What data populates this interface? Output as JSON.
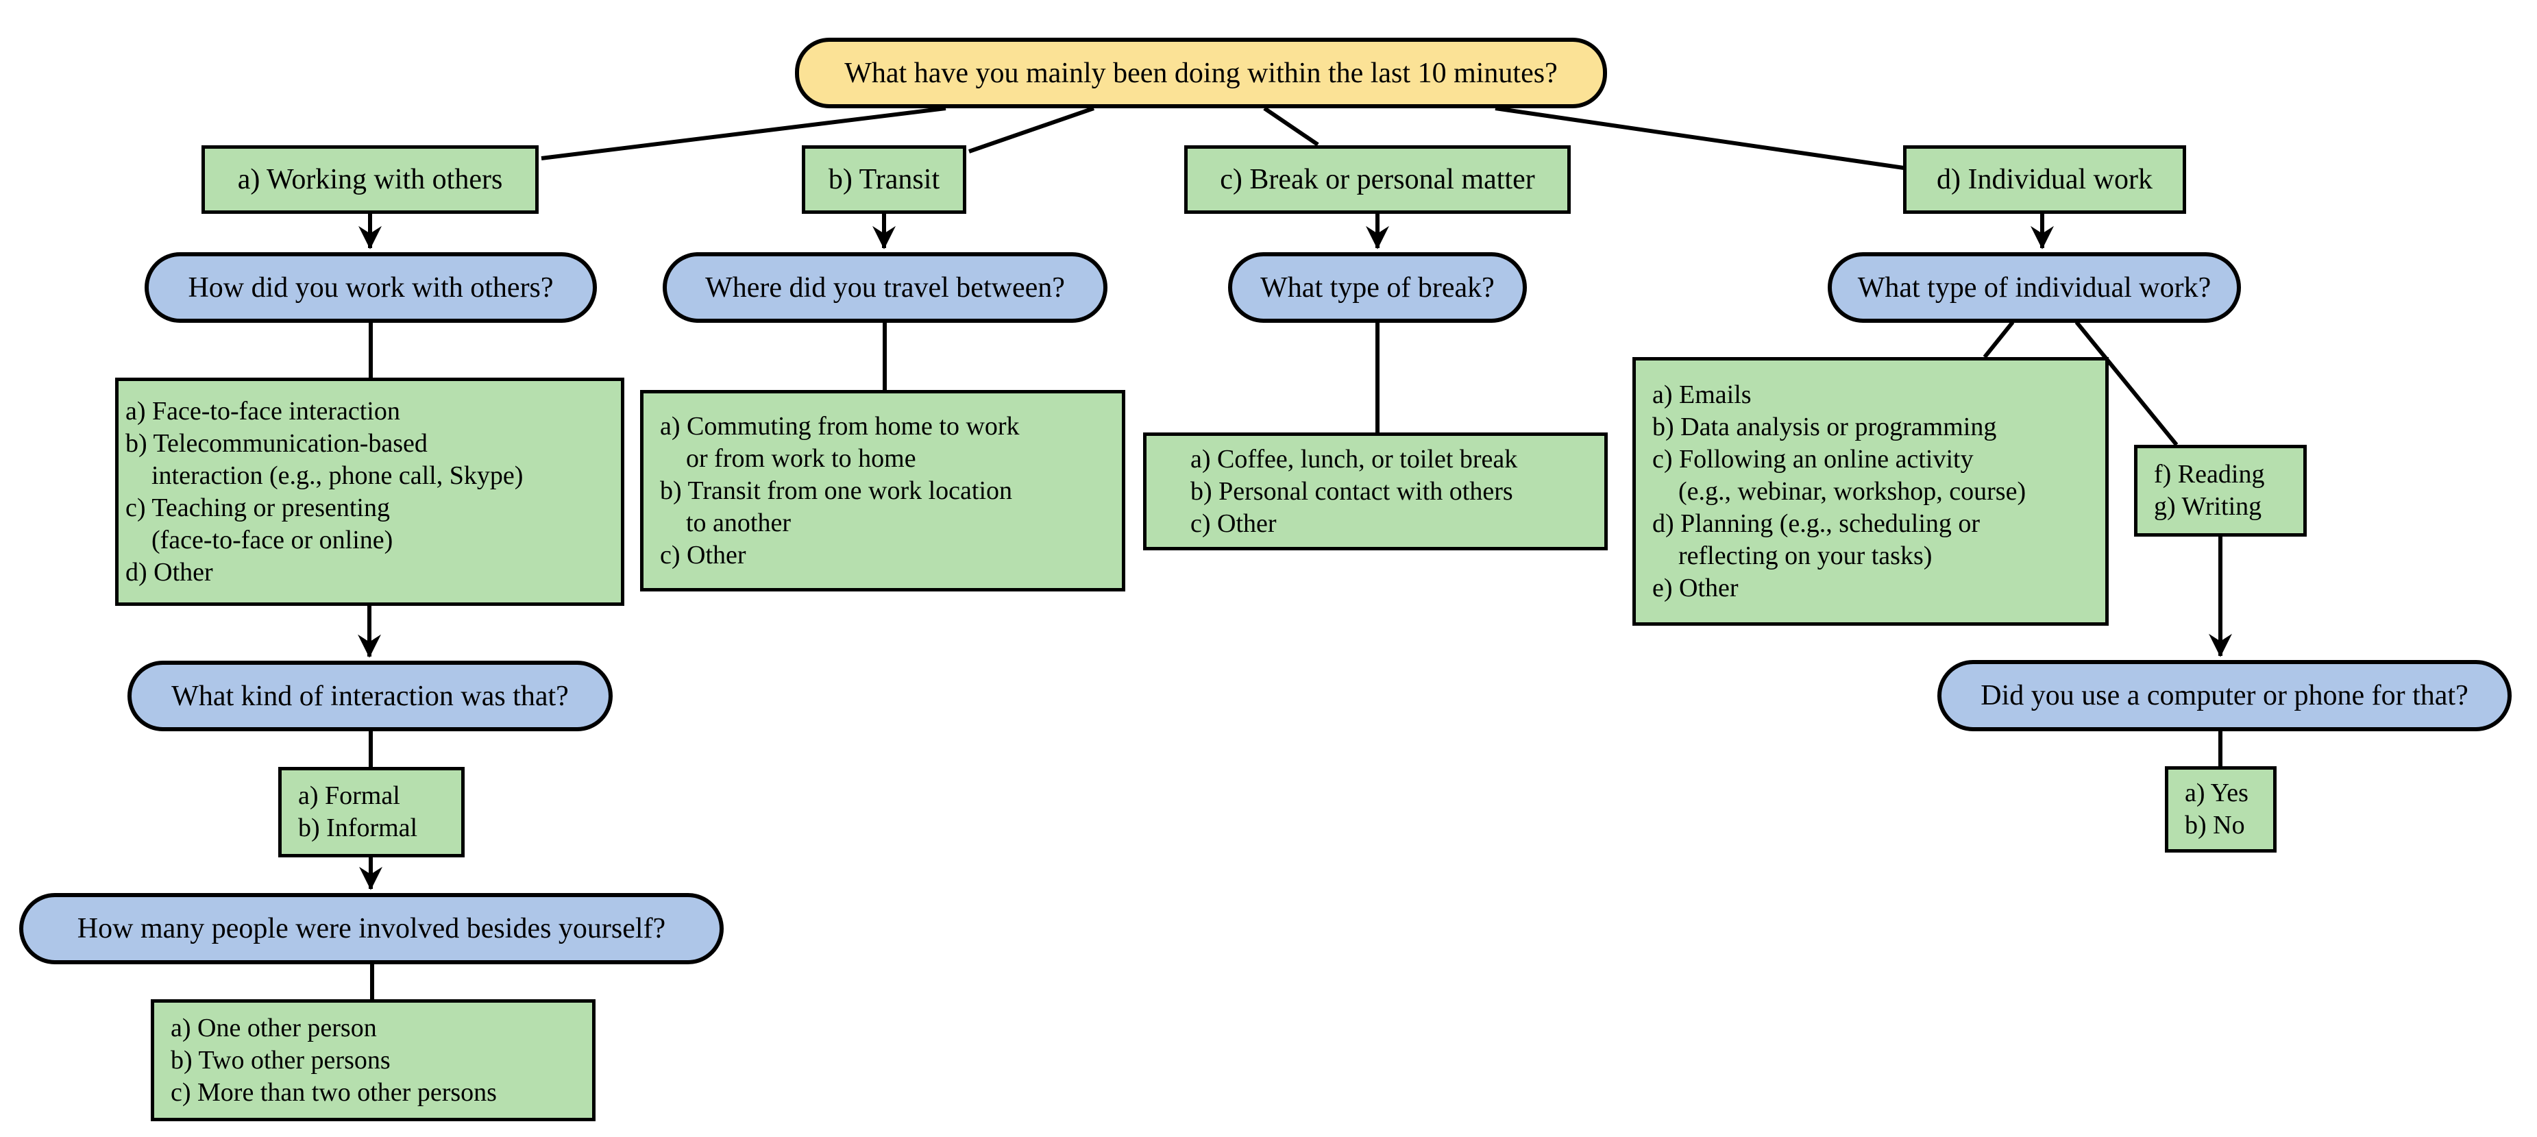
{
  "title": "What have you mainly been doing within the last 10 minutes?",
  "colors": {
    "root_fill": "#fbe296",
    "category_fill": "#b6dfae",
    "question_fill": "#aec6e8",
    "border": "#000000"
  },
  "branches": {
    "working_with_others": {
      "category_label": "a) Working with others",
      "question_1": "How did you work with others?",
      "options_1": "a) Face-to-face interaction\nb) Telecommunication-based\n    interaction (e.g., phone call, Skype)\nc) Teaching or presenting\n    (face-to-face or online)\nd) Other",
      "question_2": "What kind of interaction was that?",
      "options_2": "a) Formal\nb) Informal",
      "question_3": "How many people were involved besides yourself?",
      "options_3": "a) One other person\nb) Two other persons\nc) More than two other persons"
    },
    "transit": {
      "category_label": "b) Transit",
      "question_1": "Where did you travel between?",
      "options_1": "a) Commuting from home to work\n    or from work to home\nb) Transit from one work location\n    to another\nc) Other"
    },
    "break_or_personal": {
      "category_label": "c) Break or personal matter",
      "question_1": "What type of break?",
      "options_1": "a) Coffee, lunch, or toilet break\nb) Personal contact with others\nc) Other"
    },
    "individual_work": {
      "category_label": "d) Individual work",
      "question_1": "What type of individual work?",
      "options_1": "a) Emails\nb) Data analysis or programming\nc) Following an online activity\n    (e.g., webinar, workshop, course)\nd) Planning (e.g., scheduling or\n    reflecting on your tasks)\ne) Other",
      "options_reading_writing": "f) Reading\ng) Writing",
      "question_2": "Did you use a computer or phone for that?",
      "options_yes_no": "a) Yes\nb) No"
    }
  }
}
